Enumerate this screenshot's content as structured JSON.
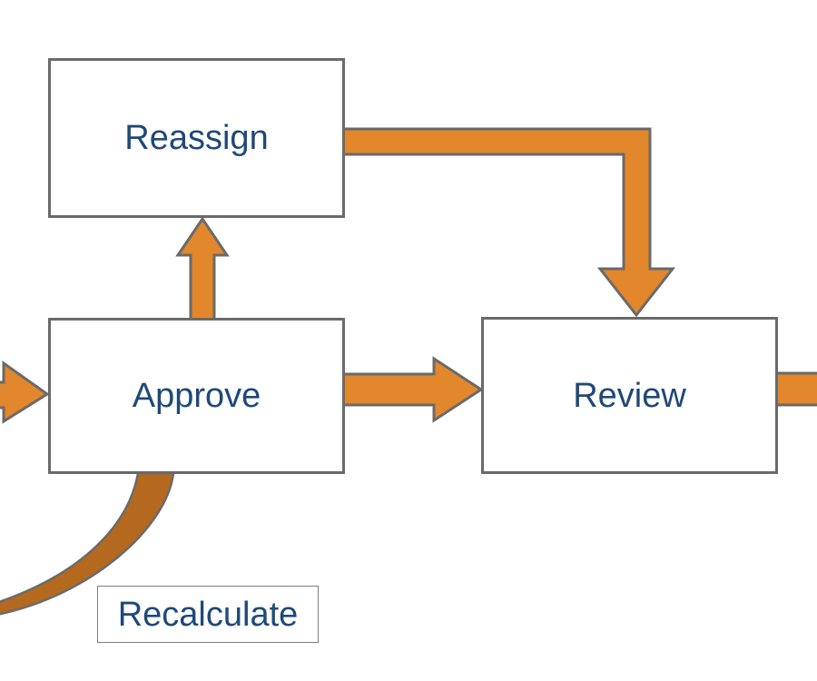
{
  "diagram": {
    "nodes": [
      {
        "id": "reassign",
        "label": "Reassign",
        "shape": "rectangle"
      },
      {
        "id": "approve",
        "label": "Approve",
        "shape": "rectangle"
      },
      {
        "id": "review",
        "label": "Review",
        "shape": "rectangle"
      },
      {
        "id": "recalculate",
        "label": "Recalculate",
        "shape": "label-box"
      }
    ],
    "edges": [
      {
        "from": "offscreen-left",
        "to": "approve",
        "type": "block-arrow"
      },
      {
        "from": "approve",
        "to": "reassign",
        "type": "block-arrow"
      },
      {
        "from": "reassign",
        "to": "review",
        "type": "block-arrow-elbow"
      },
      {
        "from": "approve",
        "to": "review",
        "type": "block-arrow"
      },
      {
        "from": "review",
        "to": "offscreen-right",
        "type": "block-arrow-stub"
      },
      {
        "from": "approve",
        "to": "offscreen-left",
        "type": "tapered-curve",
        "label": "Recalculate"
      }
    ]
  },
  "colors": {
    "background": "#FFFFFF",
    "arrow_fill": "#E2872B",
    "curve_fill": "#B5691E",
    "outline": "#6A6A6A",
    "node_fill": "#FFFFFF",
    "node_border": "#6A6A6A",
    "label_border": "#808080",
    "label_text": "#1F4977"
  }
}
